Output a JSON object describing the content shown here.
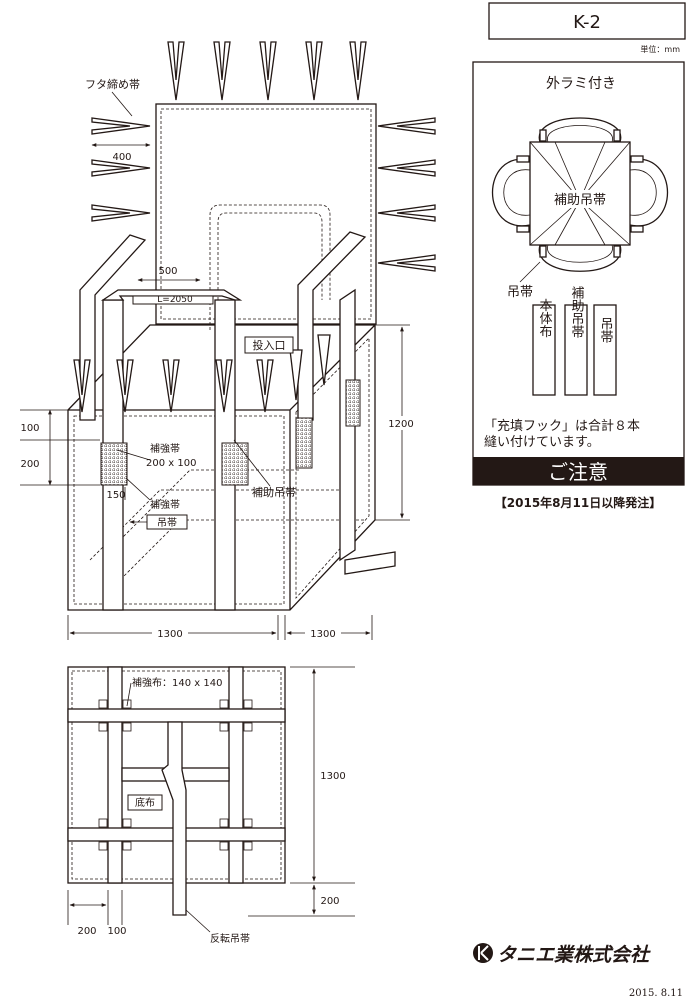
{
  "title_block": {
    "model": "K-2",
    "unit": "単位：mm"
  },
  "spec_panel": {
    "heading": "外ラミ付き",
    "top_view_labels": {
      "aux_sling": "補助吊帯",
      "sling": "吊帯"
    },
    "material_boxes": [
      "本体布",
      "補助吊帯",
      "吊帯"
    ],
    "note_line1": "「充填フック」は合計８本",
    "note_line2": "縫い付けています。",
    "caution": "ご注意",
    "order_date": "【2015年8月11日以降発注】"
  },
  "main_view": {
    "lid_strap": "フタ締め帯",
    "dim_400": "400",
    "dim_500": "500",
    "loop_length": "L=2050",
    "inlet": "投入口",
    "dim_1200": "1200",
    "dim_100": "100",
    "dim_200": "200",
    "reinforce_strap": "補強帯",
    "reinforce_size": "200 x 100",
    "aux_sling": "補助吊帯",
    "dim_150": "150",
    "reinforce_strap2": "補強帯",
    "sling": "吊帯",
    "width_1300": "1300",
    "depth_1300": "1300"
  },
  "bottom_view": {
    "reinforce_cloth": "補強布：140 x 140",
    "dim_1300": "1300",
    "bottom_cloth": "底布",
    "dim_200_v": "200",
    "dim_200_h": "200",
    "dim_100": "100",
    "reverse_sling": "反転吊帯"
  },
  "footer": {
    "company": "タニエ業株式会社",
    "date": "2015.  8.11"
  }
}
